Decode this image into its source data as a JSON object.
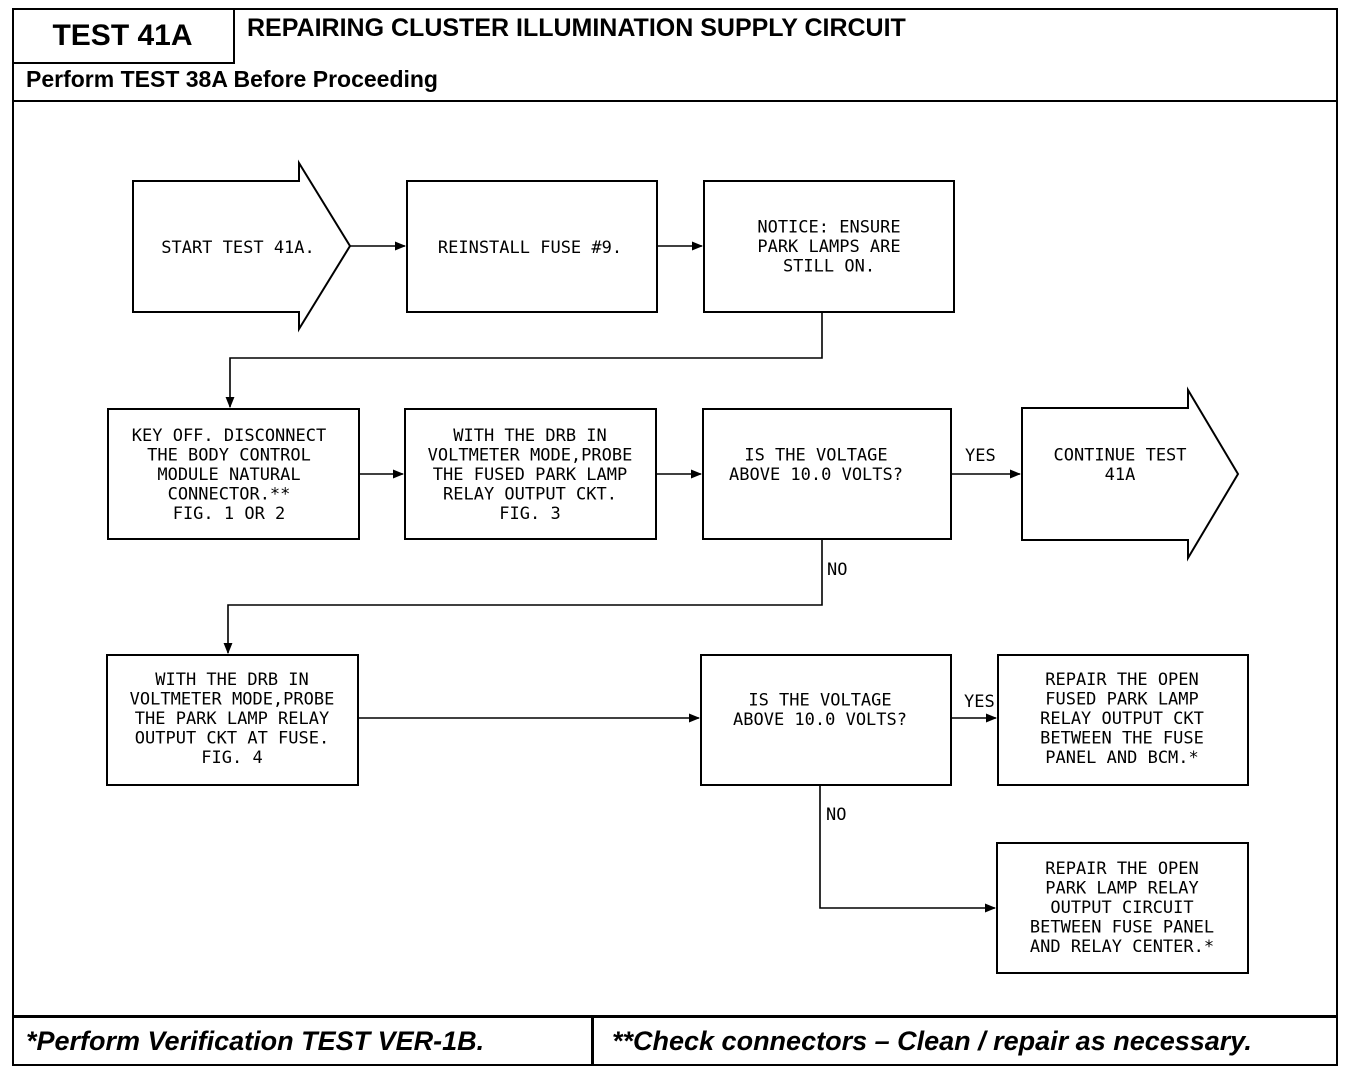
{
  "header": {
    "test_id": "TEST 41A",
    "title": "REPAIRING CLUSTER ILLUMINATION SUPPLY CIRCUIT",
    "subtitle": "Perform TEST 38A Before Proceeding"
  },
  "nodes": {
    "start": [
      "START TEST 41A."
    ],
    "reinstall": [
      "REINSTALL FUSE #9."
    ],
    "notice": [
      "NOTICE: ENSURE",
      "PARK LAMPS ARE",
      "STILL ON."
    ],
    "key_off": [
      "KEY OFF. DISCONNECT",
      "THE BODY CONTROL",
      "MODULE NATURAL",
      "CONNECTOR.**",
      "FIG. 1 OR 2"
    ],
    "probe_fused": [
      "WITH THE DRB IN",
      "VOLTMETER MODE,PROBE",
      "THE FUSED PARK LAMP",
      "RELAY OUTPUT CKT.",
      "FIG. 3"
    ],
    "voltage_q1": [
      "IS THE VOLTAGE",
      "ABOVE 10.0 VOLTS?"
    ],
    "continue": [
      "CONTINUE TEST",
      "41A"
    ],
    "probe_fuse": [
      "WITH THE DRB IN",
      "VOLTMETER MODE,PROBE",
      "THE PARK LAMP RELAY",
      "OUTPUT CKT AT FUSE.",
      "FIG. 4"
    ],
    "voltage_q2": [
      "IS THE VOLTAGE",
      "ABOVE 10.0 VOLTS?"
    ],
    "repair_fused": [
      "REPAIR THE OPEN",
      "FUSED PARK LAMP",
      "RELAY OUTPUT CKT",
      "BETWEEN THE FUSE",
      "PANEL AND BCM.*"
    ],
    "repair_park": [
      "REPAIR THE OPEN",
      "PARK LAMP RELAY",
      "OUTPUT CIRCUIT",
      "BETWEEN FUSE PANEL",
      "AND RELAY CENTER.*"
    ]
  },
  "labels": {
    "yes1": "YES",
    "no1": "NO",
    "yes2": "YES",
    "no2": "NO"
  },
  "footer": {
    "left": "*Perform Verification TEST VER-1B.",
    "right": "**Check connectors – Clean / repair as necessary."
  }
}
